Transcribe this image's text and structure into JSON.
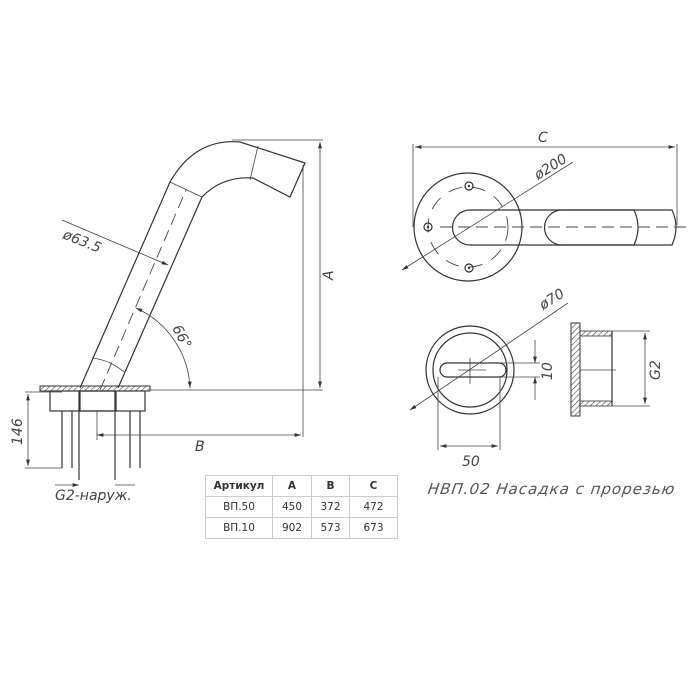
{
  "labels": {
    "dim_a": "A",
    "dim_b": "B",
    "dim_c": "C",
    "pipe_diameter": "ø63.5",
    "angle": "66°",
    "base_height": "146",
    "thread": "G2-наруж.",
    "flange_diameter": "ø200",
    "nozzle_diameter": "ø70",
    "slot_width": "10",
    "slot_length": "50",
    "nozzle_thread": "G2"
  },
  "caption": "НВП.02 Насадка с прорезью",
  "table": {
    "headers": [
      "Артикул",
      "A",
      "B",
      "C"
    ],
    "rows": [
      [
        "ВП.50",
        "450",
        "372",
        "472"
      ],
      [
        "ВП.10",
        "902",
        "573",
        "673"
      ]
    ]
  }
}
